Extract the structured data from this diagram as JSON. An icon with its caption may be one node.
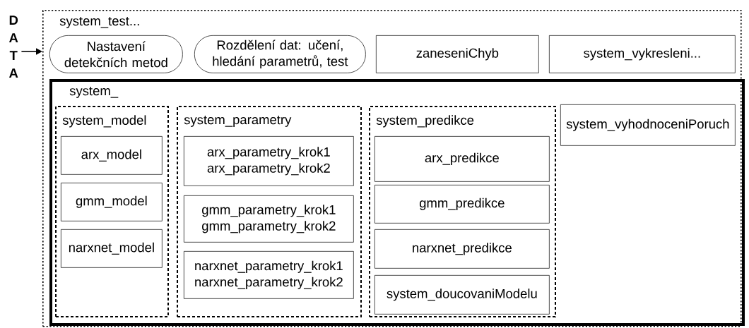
{
  "diagram": {
    "nodes": [
      {
        "text": [
          "D A T A"
        ]
      },
      {
        "text": [
          "system_test..."
        ]
      },
      {
        "text": [
          "Nastavení detekčních metod"
        ],
        "in": 1
      },
      {
        "text": [
          "Rozdělení dat: učení, hledání parametrů, test"
        ],
        "in": 1
      },
      {
        "text": [
          "zaneseniChyb"
        ],
        "in": 1
      },
      {
        "text": [
          "system_vykresleni..."
        ],
        "in": 1
      },
      {
        "text": [
          "system_"
        ],
        "in": 1
      },
      {
        "text": [
          "system_model"
        ],
        "in": 6
      },
      {
        "text": [
          "arx_model"
        ],
        "in": 7
      },
      {
        "text": [
          "gmm_model"
        ],
        "in": 7
      },
      {
        "text": [
          "narxnet_model"
        ],
        "in": 7
      },
      {
        "text": [
          "system_parametry"
        ],
        "in": 6
      },
      {
        "text": [
          "arx_parametry_krok1",
          "arx_parametry_krok2"
        ],
        "in": 11
      },
      {
        "text": [
          "gmm_parametry_krok1",
          "gmm_parametry_krok2"
        ],
        "in": 11
      },
      {
        "text": [
          "narxnet_parametry_krok1",
          "narxnet_parametry_krok2"
        ],
        "in": 11
      },
      {
        "text": [
          "system_predikce"
        ],
        "in": 6
      },
      {
        "text": [
          "arx_predikce"
        ],
        "in": 15
      },
      {
        "text": [
          "gmm_predikce"
        ],
        "in": 15
      },
      {
        "text": [
          "narxnet_predikce"
        ],
        "in": 15
      },
      {
        "text": [
          "system_doucovaniModelu"
        ],
        "in": 15
      },
      {
        "text": [
          "system_vyhodnoceniPoruch"
        ],
        "in": 6
      }
    ],
    "edges": [
      {
        "from": 0,
        "to": 1,
        "arrow": "to"
      }
    ]
  }
}
